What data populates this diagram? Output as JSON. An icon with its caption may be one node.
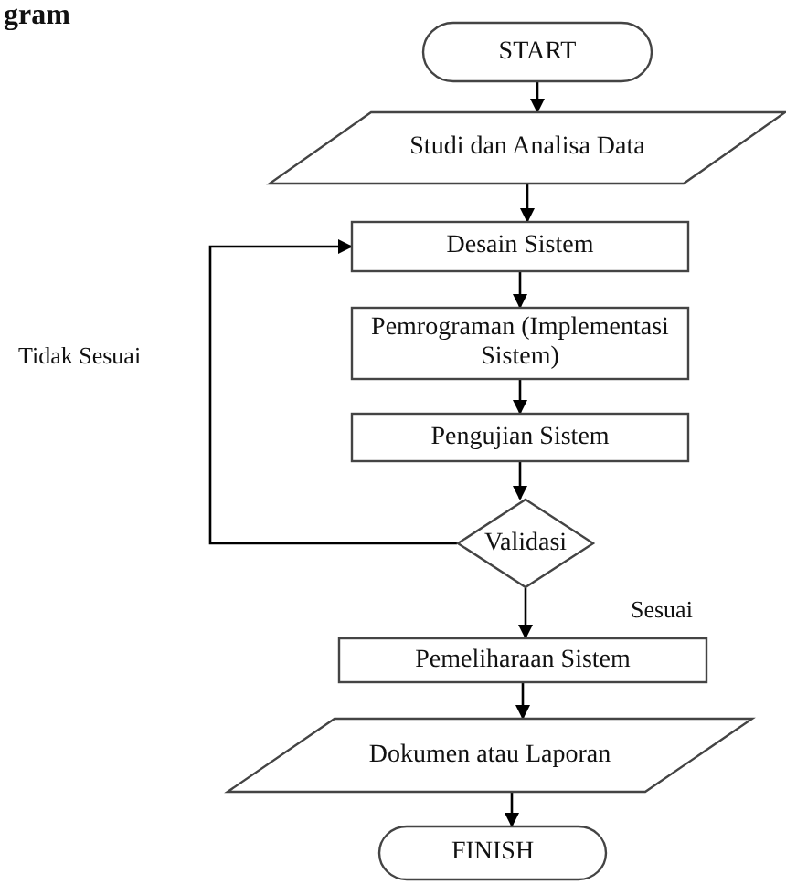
{
  "diagram": {
    "nodes": [
      {
        "text": [
          "START"
        ]
      },
      {
        "text": [
          "Studi dan Analisa Data"
        ]
      },
      {
        "text": [
          "Desain Sistem"
        ]
      },
      {
        "text": [
          "Pemrograman (Implementasi Sistem)"
        ]
      },
      {
        "text": [
          "Pengujian Sistem"
        ]
      },
      {
        "text": [
          "Validasi"
        ]
      },
      {
        "text": [
          "Pemeliharaan Sistem"
        ]
      },
      {
        "text": [
          "Dokumen atau Laporan"
        ]
      },
      {
        "text": [
          "FINISH"
        ]
      }
    ],
    "edges": [
      {
        "from": 0,
        "to": 1,
        "arrow": "to"
      },
      {
        "from": 1,
        "to": 2,
        "arrow": "to"
      },
      {
        "from": 2,
        "to": 3,
        "arrow": "to"
      },
      {
        "from": 3,
        "to": 4,
        "arrow": "to"
      },
      {
        "from": 4,
        "to": 5,
        "arrow": "to"
      },
      {
        "from": 5,
        "to": 2,
        "arrow": "to",
        "label": "Tidak Sesuai"
      },
      {
        "from": 5,
        "to": 6,
        "arrow": "to",
        "label": "Sesuai"
      },
      {
        "from": 6,
        "to": 7,
        "arrow": "to"
      },
      {
        "from": 7,
        "to": 8,
        "arrow": "to"
      }
    ],
    "labels": [
      "gram"
    ]
  }
}
